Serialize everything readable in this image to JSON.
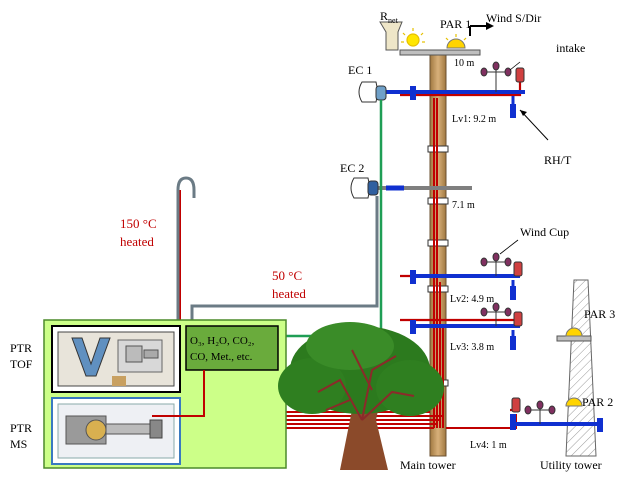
{
  "labels": {
    "rnet_main": "R",
    "rnet_sub": "net",
    "par1": "PAR 1",
    "wind_sdir": "Wind S/Dir",
    "intake": "intake",
    "ten_m": "10 m",
    "ec1": "EC 1",
    "lv1": "Lv1: 9.2 m",
    "rh_t": "RH/T",
    "ec2": "EC 2",
    "seven_m": "7.1 m",
    "heated150_a": "150 °C",
    "heated150_b": "heated",
    "heated50_a": "50 °C",
    "heated50_b": "heated",
    "wind_cup": "Wind Cup",
    "lv2": "Lv2: 4.9 m",
    "lv3": "Lv3: 3.8 m",
    "par3": "PAR 3",
    "par2": "PAR 2",
    "lv4": "Lv4: 1 m",
    "ptr_tof_a": "PTR",
    "ptr_tof_b": "TOF",
    "ptr_ms_a": "PTR",
    "ptr_ms_b": "MS",
    "analyzer_line1": "O₃, H₂O, CO₂,",
    "analyzer_line2": "CO, Met., etc.",
    "main_tower": "Main tower",
    "utility_tower": "Utility tower"
  },
  "colors": {
    "red_line": "#c00000",
    "green_line": "#1f9e55",
    "blue_arm": "#1030d0",
    "grey_tube": "#6b7b85",
    "yellow_green_box": "#ccff88",
    "analyzer_box": "#6aab3c",
    "pole": "#c8a068"
  }
}
